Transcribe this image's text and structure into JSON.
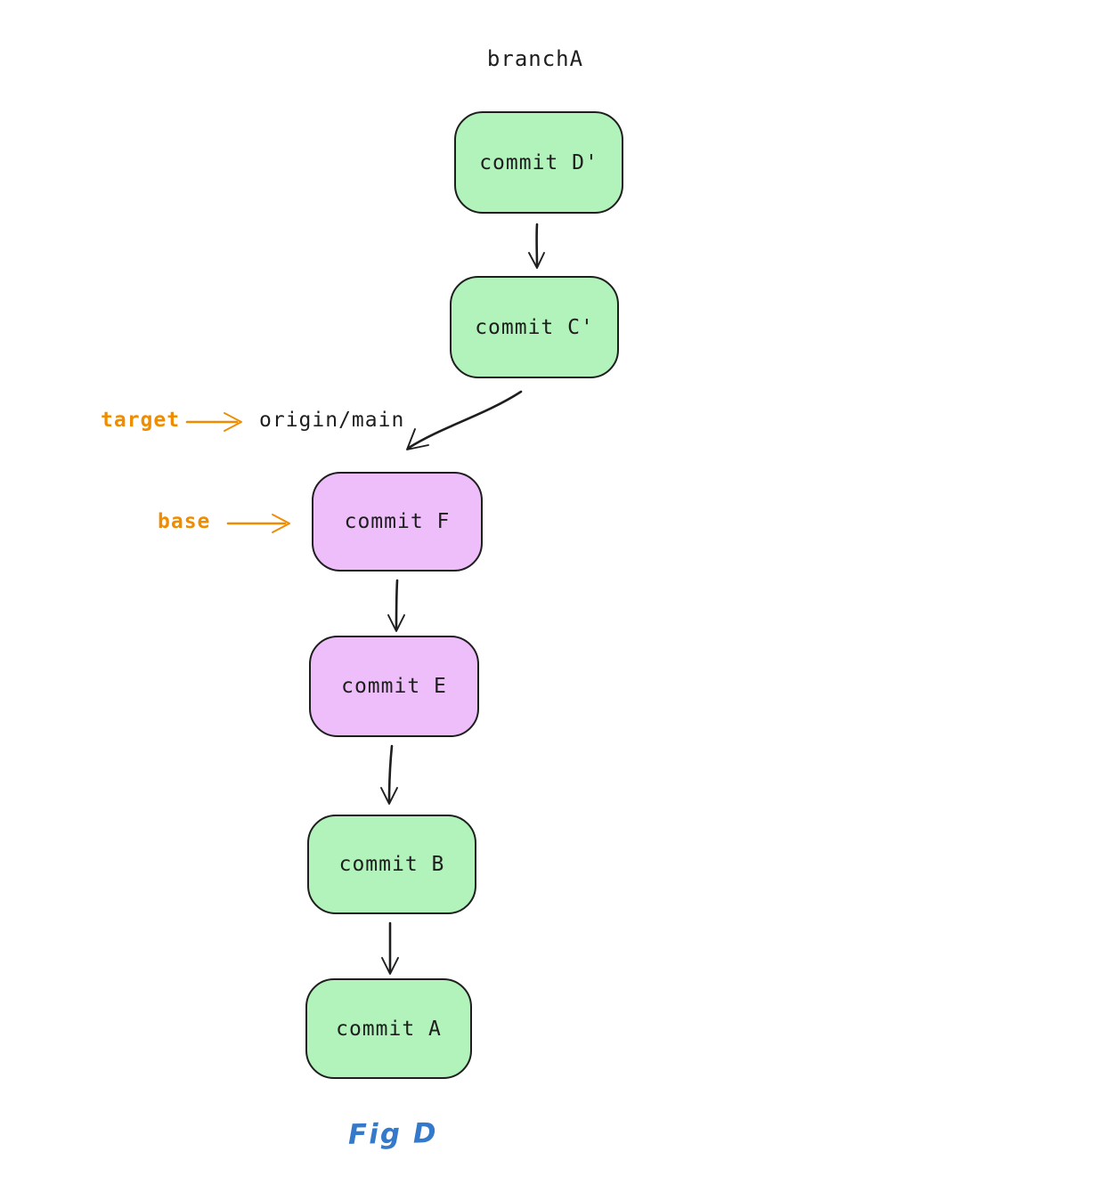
{
  "figure": {
    "branch_label": "branchA",
    "caption": "Fig D",
    "annotations": {
      "target_label": "target",
      "target_ref_label": "origin/main",
      "base_label": "base"
    },
    "nodes": [
      {
        "id": "commit-d-prime",
        "label": "commit D'",
        "fill": "green"
      },
      {
        "id": "commit-c-prime",
        "label": "commit C'",
        "fill": "green"
      },
      {
        "id": "commit-f",
        "label": "commit F",
        "fill": "purple"
      },
      {
        "id": "commit-e",
        "label": "commit E",
        "fill": "purple"
      },
      {
        "id": "commit-b",
        "label": "commit B",
        "fill": "green"
      },
      {
        "id": "commit-a",
        "label": "commit A",
        "fill": "green"
      }
    ],
    "edges": [
      {
        "from": "commit-d-prime",
        "to": "commit-c-prime"
      },
      {
        "from": "commit-c-prime",
        "to": "commit-f"
      },
      {
        "from": "commit-f",
        "to": "commit-e"
      },
      {
        "from": "commit-e",
        "to": "commit-b"
      },
      {
        "from": "commit-b",
        "to": "commit-a"
      }
    ],
    "colors": {
      "green_fill": "#b2f2bb",
      "purple_fill": "#eebefa",
      "stroke": "#1e1e1e",
      "orange": "#f08c00",
      "caption_blue": "#3579cb"
    }
  }
}
